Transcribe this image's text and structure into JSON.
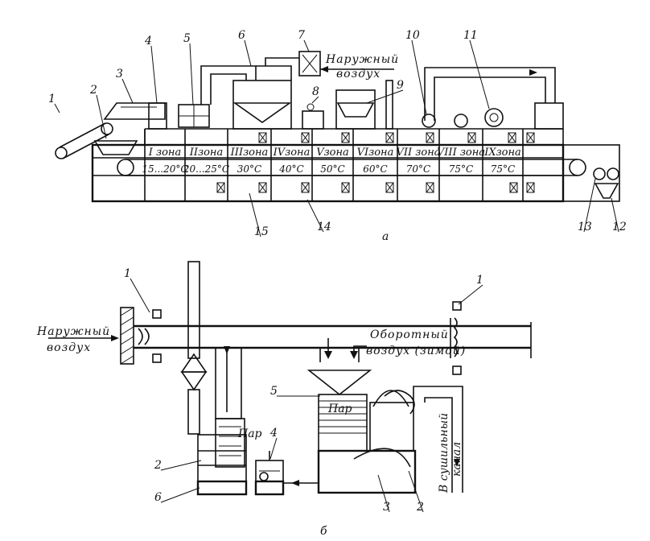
{
  "diagram_a": {
    "letter": "а",
    "outside_air_label": [
      "Наружный",
      "воздух"
    ],
    "callouts": [
      "1",
      "2",
      "3",
      "4",
      "5",
      "6",
      "7",
      "8",
      "9",
      "10",
      "11",
      "12",
      "13",
      "14",
      "15"
    ],
    "zones": [
      {
        "name": "I зона",
        "temp": "15...20°C"
      },
      {
        "name": "IIзона",
        "temp": "20...25°C"
      },
      {
        "name": "IIIзона",
        "temp": "30°C"
      },
      {
        "name": "IVзона",
        "temp": "40°C"
      },
      {
        "name": "Vзона",
        "temp": "50°C"
      },
      {
        "name": "VIзона",
        "temp": "60°C"
      },
      {
        "name": "VII зона",
        "temp": "70°C"
      },
      {
        "name": "VIII зона",
        "temp": "75°C"
      },
      {
        "name": "IXзона",
        "temp": "75°C"
      }
    ]
  },
  "diagram_b": {
    "letter": "б",
    "outside_air_label": [
      "Наружный",
      "воздух"
    ],
    "recirculated_air_label": [
      "Оборотный",
      "воздух (зимой)"
    ],
    "steam_label_left": "Пар",
    "steam_label_right": "Пар",
    "to_channel_label": [
      "В сушильный",
      "канал"
    ],
    "callouts": [
      "1",
      "1",
      "2",
      "2",
      "3",
      "4",
      "5",
      "6"
    ]
  }
}
